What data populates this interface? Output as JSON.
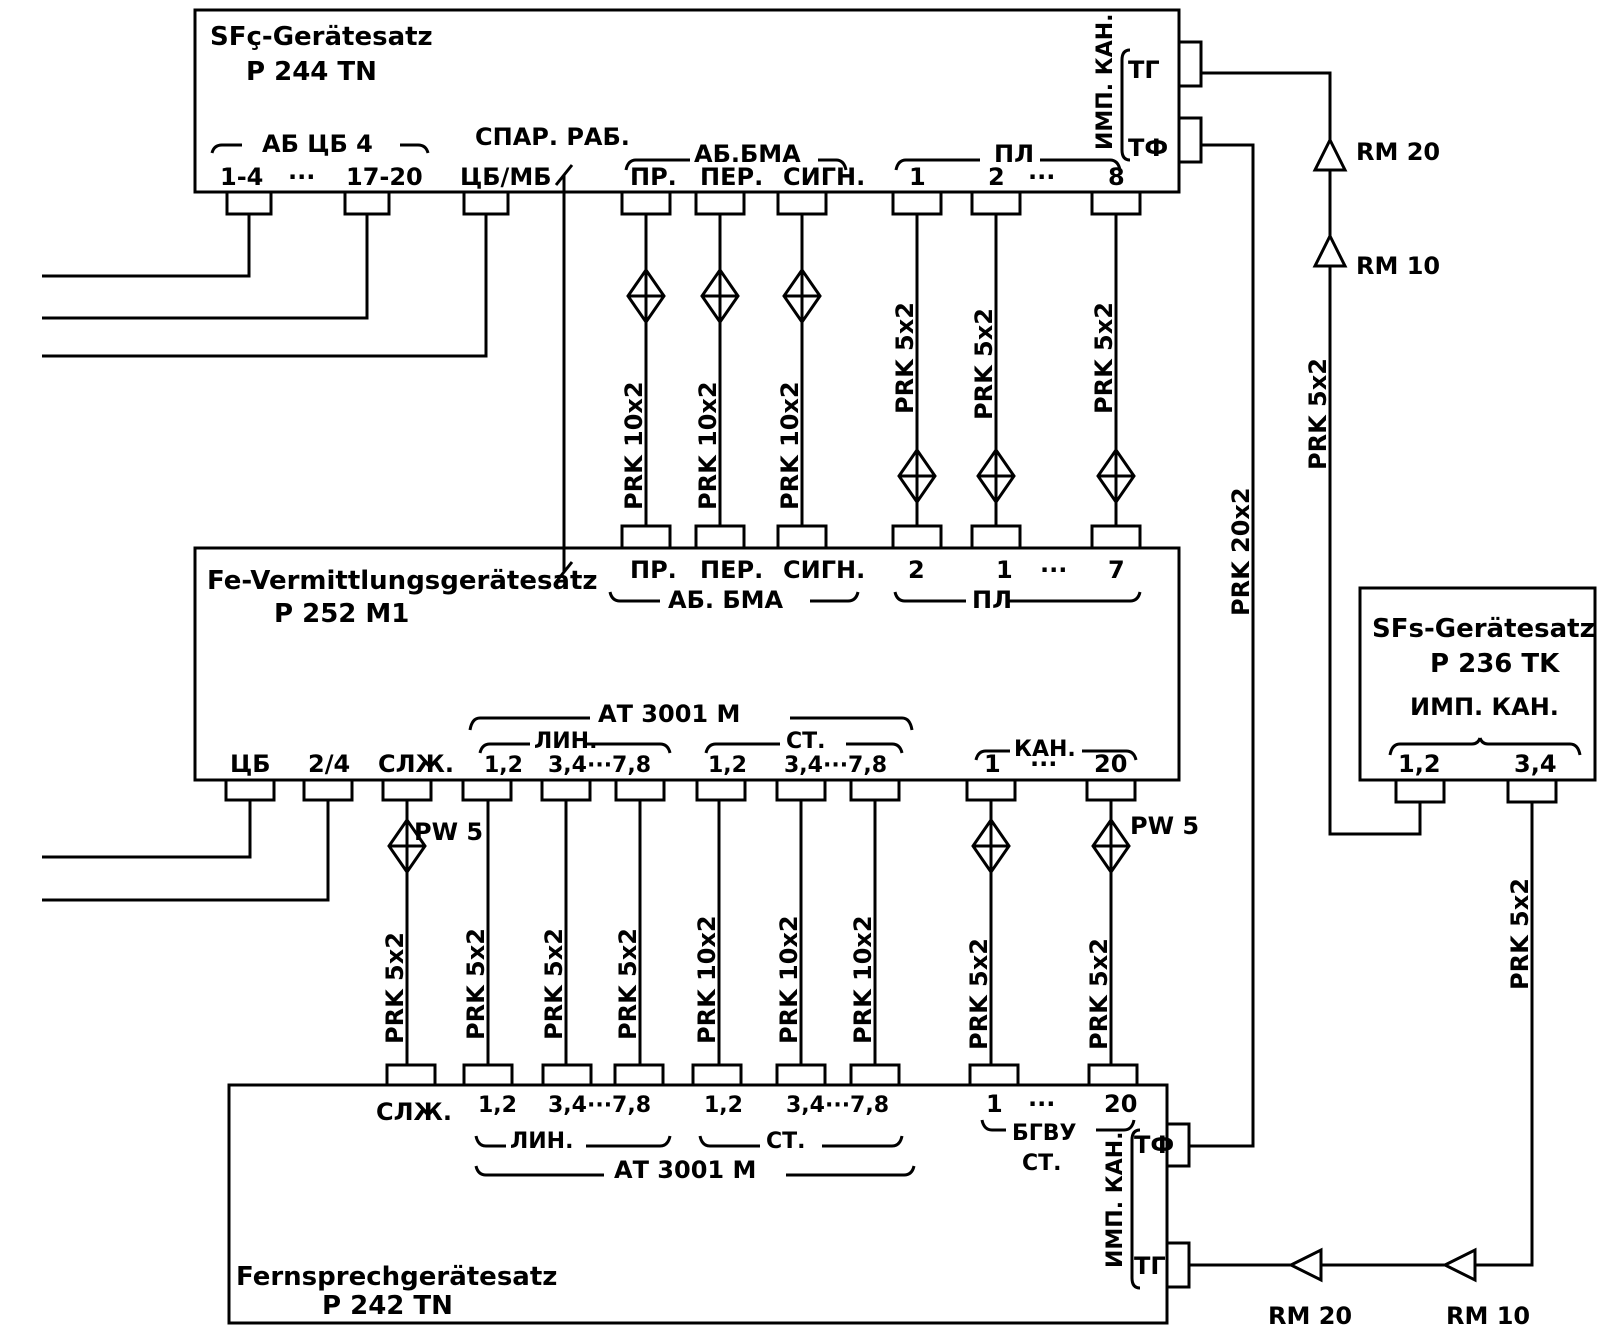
{
  "units": {
    "sfc": {
      "title": "SFç-Gerätesatz",
      "model": "P 244 TN"
    },
    "fe": {
      "title": "Fe-Vermittlungsgerätesatz",
      "model": "P 252 M1"
    },
    "sfs": {
      "title": "SFs-Gerätesatz",
      "model": "P 236 TK"
    },
    "fern": {
      "title": "Fernsprechgerätesatz",
      "model": "P 242 TN"
    }
  },
  "sfc_labels": {
    "ab_cb": "АБ ЦБ 4",
    "port_1_4": "1-4",
    "dots": "···",
    "port_17_20": "17-20",
    "spar_rab": "СПАР. РАБ.",
    "cb_mb": "ЦБ/МБ",
    "ab_bma": "АБ.БМА",
    "pr": "ПР.",
    "per": "ПЕР.",
    "sign": "СИГН.",
    "pl": "ПЛ",
    "n1": "1",
    "n2": "2",
    "n8": "8",
    "imp_kan": "ИМП. КАН.",
    "tg": "ТГ",
    "tf": "ТФ"
  },
  "fe_labels": {
    "pr": "ПР.",
    "per": "ПЕР.",
    "sign": "СИГН.",
    "ab_bma": "АБ. БМА",
    "n2": "2",
    "n1": "1",
    "n7": "7",
    "pl": "ПЛ",
    "at": "АТ 3001 М",
    "lin": "ЛИН.",
    "st": "СТ.",
    "kan": "КАН.",
    "cb": "ЦБ",
    "p24": "2/4",
    "sluzh": "СЛЖ.",
    "p12": "1,2",
    "p34_78": "3,4···7,8",
    "k1": "1",
    "k20": "20"
  },
  "sfs_labels": {
    "imp_kan": "ИМП. КАН.",
    "p12": "1,2",
    "p34": "3,4"
  },
  "fern_labels": {
    "sluzh": "СЛЖ.",
    "p12": "1,2",
    "p34_78": "3,4···7,8",
    "lin": "ЛИН.",
    "st": "СТ.",
    "at": "АТ 3001 М",
    "k1": "1",
    "k20": "20",
    "bgvu": "БГВУ",
    "st2": "СТ.",
    "imp_kan": "ИМП. КАН.",
    "tf": "ТФ",
    "tg": "ТГ"
  },
  "cables": {
    "prk10": "PRK 10x2",
    "prk5": "PRK 5x2",
    "prk20": "PRK 20x2",
    "pw5": "PW 5",
    "rm20": "RM 20",
    "rm10": "RM 10"
  }
}
